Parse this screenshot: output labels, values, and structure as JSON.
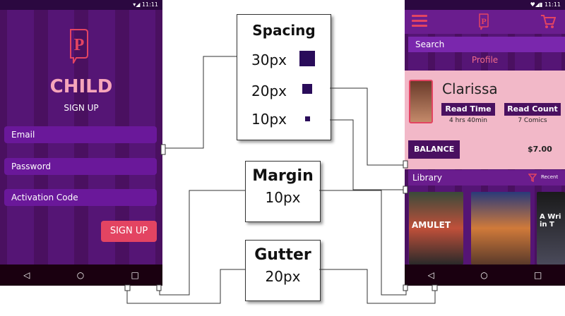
{
  "status_time": "11:11",
  "left_phone": {
    "title": "CHILD",
    "subtitle": "SIGN UP",
    "fields": [
      "Email",
      "Password",
      "Activation Code"
    ],
    "signup_button": "SIGN UP"
  },
  "annotations": {
    "spacing": {
      "title": "Spacing",
      "items": [
        "30px",
        "20px",
        "10px"
      ]
    },
    "margin": {
      "title": "Margin",
      "value": "10px"
    },
    "gutter": {
      "title": "Gutter",
      "value": "20px"
    }
  },
  "right_phone": {
    "search_placeholder": "Search",
    "profile_tab": "Profile",
    "profile_name": "Clarissa",
    "read_time_label": "Read Time",
    "read_time_value": "4 hrs 40min",
    "read_count_label": "Read Count",
    "read_count_value": "7 Comics",
    "balance_label": "BALANCE",
    "balance_value": "$7.00",
    "library_label": "Library",
    "recent_label": "Recent",
    "covers": [
      "AMULET",
      "",
      "A Wri in T"
    ]
  },
  "colors": {
    "purple_dark": "#4a1060",
    "purple_column": "#5f1987",
    "accent_pink": "#e34462",
    "profile_pink": "#f2b8c8",
    "spacing_square": "#2a0c5a"
  },
  "icons": [
    "signal-icon",
    "battery-icon",
    "logo-p-icon",
    "back-icon",
    "home-icon",
    "recents-icon",
    "hamburger-icon",
    "cart-icon",
    "filter-icon"
  ]
}
